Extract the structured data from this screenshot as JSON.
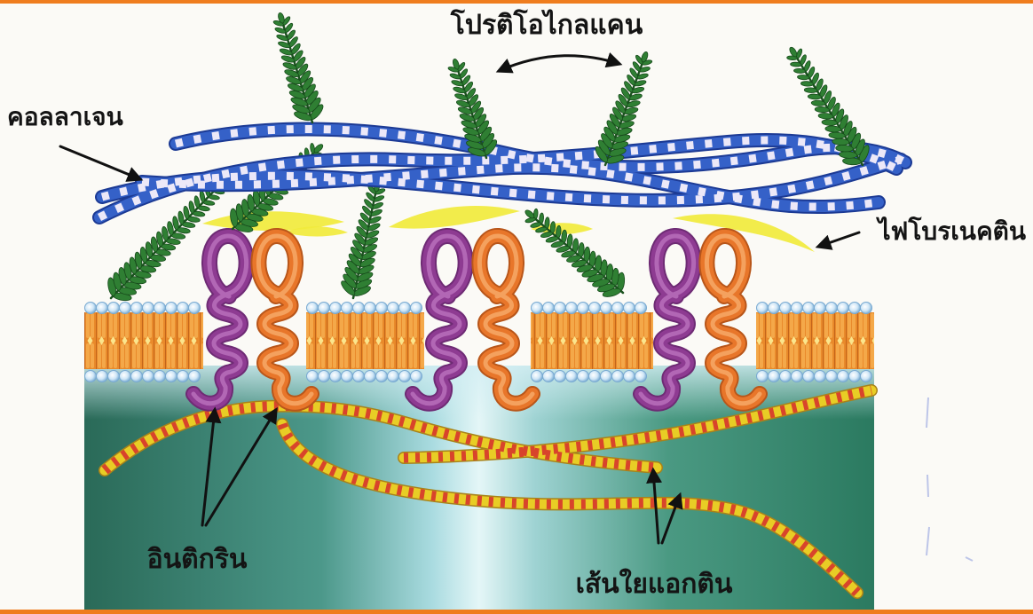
{
  "diagram": {
    "labels": {
      "proteoglycan": "โปรติโอไกลแคน",
      "collagen": "คอลลาเจน",
      "fibronectin": "ไฟโบรเนคติน",
      "integrin": "อินติกริน",
      "actin": "เส้นใยแอกติน"
    }
  },
  "colors": {
    "border": "#ef7d1e",
    "collagen": "#3561c8",
    "proteoglycan": "#2f7f33",
    "fibronectin": "#f1ea3c",
    "integrin_alpha": "#8e3b92",
    "integrin_beta": "#e8762a",
    "actin_yellow": "#e8cd25",
    "actin_red": "#d8442b",
    "membrane": "#e98a2b"
  }
}
